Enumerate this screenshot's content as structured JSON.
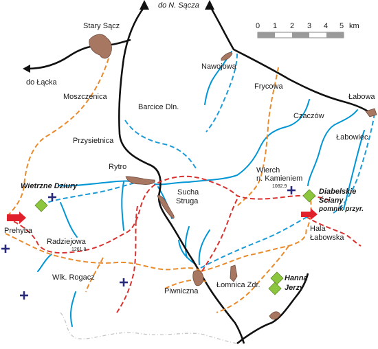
{
  "map": {
    "directions": {
      "north": "do N. Sącza",
      "west": "do Łącka"
    },
    "scale": {
      "ticks": [
        "0",
        "1",
        "2",
        "3",
        "4",
        "5"
      ],
      "unit": "km"
    },
    "towns": {
      "stary_sacz": "Stary Sącz",
      "nawojowa": "Nawojowa",
      "moszczenica": "Moszczenica",
      "frycowa": "Frycowa",
      "labowa": "Łabowa",
      "barcice": "Barcice Dln.",
      "czaczow": "Czaczów",
      "przysietnica": "Przysietnica",
      "labowiec": "Łabowiec",
      "rytro": "Rytro",
      "sucha_struga_1": "Sucha",
      "sucha_struga_2": "Struga",
      "radziejowa": "Radziejowa",
      "wlk_rogacz": "Wlk. Rogacz",
      "piwniczna": "Piwniczna",
      "lomnica": "Łomnica Zdr.",
      "hala_labowska_1": "Hala",
      "hala_labowska_2": "Łabowska",
      "prehyba": "Prehyba",
      "wierch_1": "Wierch",
      "wierch_2": "n. Kamieniem"
    },
    "elevations": {
      "radziejowa": "1261.8",
      "wierch": "1082.9"
    },
    "sites": {
      "wietrzne_dziury": "Wietrzne Dziury",
      "diabelskie_1": "Diabelskie",
      "diabelskie_2": "Ściany",
      "pomnik": "pomnik przyr.",
      "hanna": "Hanna",
      "jerzy": "Jerzy"
    },
    "colors": {
      "river": "#0096d6",
      "road": "#111111",
      "trail_orange": "#e98a2b",
      "trail_red": "#d8312f",
      "trail_blue": "#1a9bd7",
      "town": "#a77762",
      "site": "#8cc63f",
      "church": "#2a2a7a",
      "border": "#bfbfbf",
      "shelter": "#e0202a"
    }
  }
}
